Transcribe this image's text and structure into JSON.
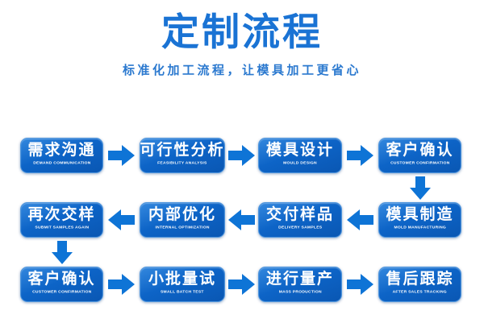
{
  "header": {
    "title": "定制流程",
    "subtitle": "标准化加工流程，让模具加工更省心",
    "title_color": "#1a73d4"
  },
  "flow": {
    "box_gradient_top": "#3488de",
    "box_gradient_bottom": "#0a57b3",
    "arrow_color": "#0e74d6",
    "rows": [
      {
        "direction": "right",
        "steps": [
          {
            "zh": "需求沟通",
            "en": "DEMAND COMMUNICATION"
          },
          {
            "zh": "可行性分析",
            "en": "FEASIBILITY ANALYSIS"
          },
          {
            "zh": "模具设计",
            "en": "MOULD DESIGN"
          },
          {
            "zh": "客户确认",
            "en": "CUSTOMER CONFIRMATION"
          }
        ]
      },
      {
        "direction": "left",
        "steps": [
          {
            "zh": "再次交样",
            "en": "SUBMIT SAMPLES AGAIN"
          },
          {
            "zh": "内部优化",
            "en": "INTERNAL OPTIMIZATION"
          },
          {
            "zh": "交付样品",
            "en": "DELIVERY SAMPLES"
          },
          {
            "zh": "模具制造",
            "en": "MOLD MANUFACTURING"
          }
        ]
      },
      {
        "direction": "right",
        "steps": [
          {
            "zh": "客户确认",
            "en": "CUSTOMER CONFIRMATION"
          },
          {
            "zh": "小批量试",
            "en": "SMALL BATCH TEST"
          },
          {
            "zh": "进行量产",
            "en": "MASS PRODUCTION"
          },
          {
            "zh": "售后跟踪",
            "en": "AFTER SALES TRACKING"
          }
        ]
      }
    ],
    "connectors": [
      {
        "from": "客户确认",
        "to": "模具制造",
        "side": "right"
      },
      {
        "from": "再次交样",
        "to": "客户确认",
        "side": "left"
      }
    ]
  }
}
